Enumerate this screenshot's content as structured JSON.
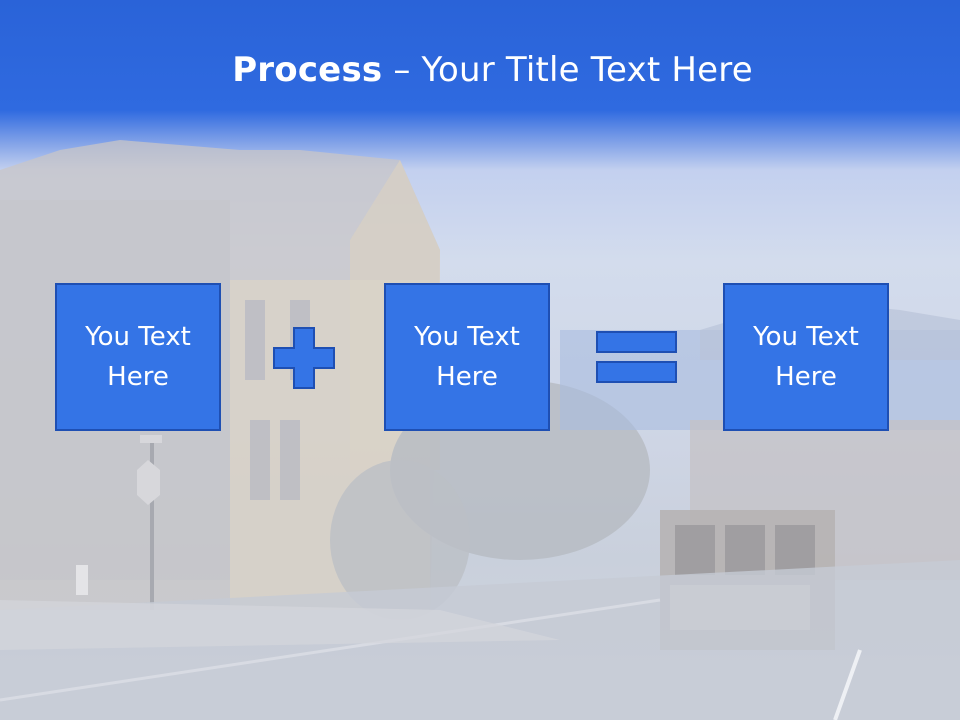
{
  "slide": {
    "title_bold": "Process",
    "title_rest": " – Your Title Text Here",
    "boxes": [
      {
        "text": "You Text Here"
      },
      {
        "text": "You Text Here"
      },
      {
        "text": "You Text Here"
      }
    ],
    "operators": [
      "plus-icon",
      "equals-icon"
    ],
    "colors": {
      "header": "#2f6ae0",
      "box_fill": "#3474e6",
      "box_border": "#1e4fb3"
    }
  }
}
